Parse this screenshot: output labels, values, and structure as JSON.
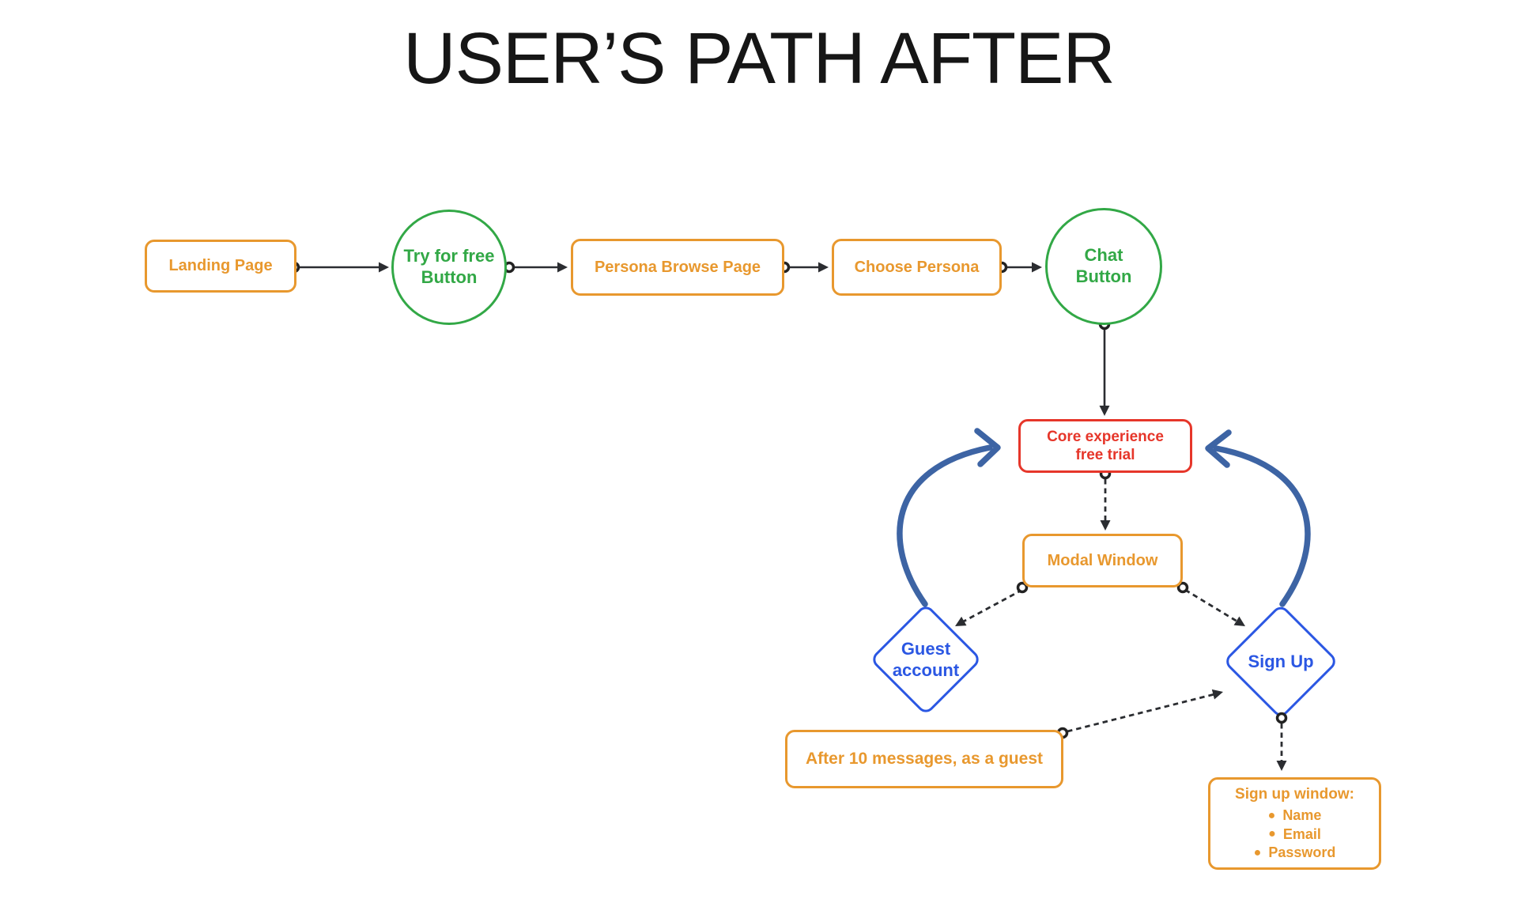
{
  "title": "USER’S PATH AFTER",
  "nodes": {
    "landing_page": {
      "label": "Landing Page"
    },
    "try_for_free": {
      "line1": "Try for free",
      "line2": "Button"
    },
    "persona_browse": {
      "label": "Persona Browse Page"
    },
    "choose_persona": {
      "label": "Choose Persona"
    },
    "chat_button": {
      "line1": "Chat",
      "line2": "Button"
    },
    "core_experience": {
      "line1": "Core experience",
      "line2": "free trial"
    },
    "modal_window": {
      "label": "Modal Window"
    },
    "guest_account": {
      "line1": "Guest",
      "line2": "account"
    },
    "sign_up": {
      "label": "Sign Up"
    },
    "after_10_messages": {
      "label": "After 10 messages, as a guest"
    },
    "signup_window": {
      "title": "Sign up window:",
      "items": [
        "Name",
        "Email",
        "Password"
      ]
    }
  },
  "colors": {
    "orange": "#E8982E",
    "green": "#32A846",
    "red": "#E6362A",
    "blue": "#2B57E3",
    "arrow_blue": "#3D64A4",
    "black": "#2B2D31",
    "title": "#161616"
  }
}
